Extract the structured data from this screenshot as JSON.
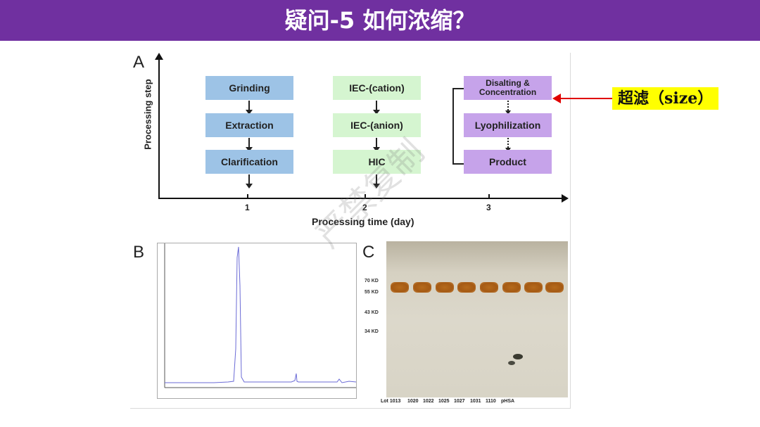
{
  "slide": {
    "title": "疑问-5 如何浓缩？",
    "annotation": "超滤（size）",
    "watermark": "严禁复制"
  },
  "figure": {
    "panel_a": {
      "letter": "A",
      "ylabel": "Processing step",
      "xlabel": "Processing time (day)",
      "ticks": [
        "1",
        "2",
        "3"
      ],
      "col1": [
        "Grinding",
        "Extraction",
        "Clarification"
      ],
      "col2": [
        "IEC-(cation)",
        "IEC-(anion)",
        "HIC"
      ],
      "col3": [
        "Disalting & Concentration",
        "Lyophilization",
        "Product"
      ]
    },
    "panel_b": {
      "letter": "B"
    },
    "panel_c": {
      "letter": "C",
      "markers": [
        "70 KD",
        "55 KD",
        "43 KD",
        "34 KD"
      ],
      "lanes": [
        "Lot 1013",
        "1020",
        "1022",
        "1025",
        "1027",
        "1031",
        "1110",
        "pHSA"
      ]
    }
  },
  "colors": {
    "title_bar": "#7030a0",
    "blue_box": "#9dc3e6",
    "green_box": "#d5f5d0",
    "purple_box": "#c6a3ea",
    "annotation_bg": "#ffff00",
    "arrow": "#e00000"
  }
}
